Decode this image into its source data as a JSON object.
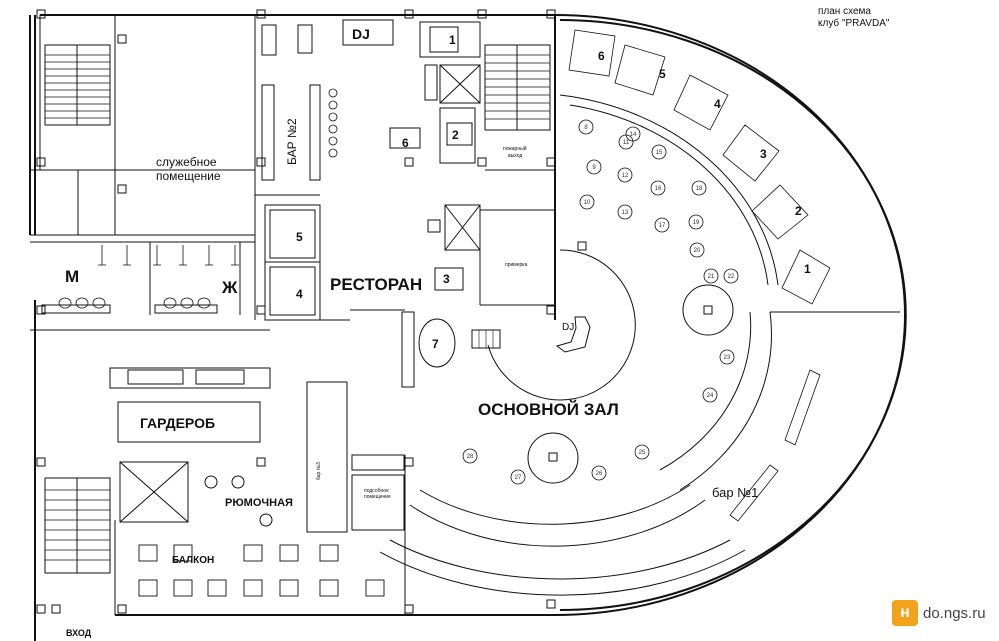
{
  "title": {
    "line1": "план схема",
    "line2": "клуб \"PRAVDA\""
  },
  "rooms": {
    "service": {
      "line1": "служебное",
      "line2": "помещение"
    },
    "men": "М",
    "women": "Ж",
    "bar2": "БАР №2",
    "dj_top": "DJ",
    "restaurant": "РЕСТОРАН",
    "fitting": "примерка",
    "staircase_note": {
      "line1": "пожарный",
      "line2": "выход"
    },
    "dj_main": "DJ",
    "main_hall": "ОСНОВНОЙ ЗАЛ",
    "bar1": "бар №1",
    "wardrobe": "ГАРДЕРОБ",
    "shot_bar": "РЮМОЧНАЯ",
    "bar3": "бар №3",
    "balcony": "БАЛКОН",
    "entrance": "ВХОД",
    "small_room": {
      "line1": "подсобное",
      "line2": "помещение"
    }
  },
  "booths": {
    "outer": [
      "6",
      "5",
      "4",
      "3",
      "2",
      "1"
    ],
    "restaurant": [
      "1",
      "2",
      "3",
      "4",
      "5",
      "6",
      "7"
    ]
  },
  "tables": [
    "8",
    "9",
    "10",
    "11",
    "12",
    "13",
    "14",
    "15",
    "16",
    "17",
    "18",
    "19",
    "20",
    "21",
    "22",
    "23",
    "24",
    "25",
    "26",
    "27",
    "28"
  ],
  "watermark": {
    "logo": "н",
    "text": "do.ngs.ru",
    "logo_color": "#f3a21b"
  },
  "colors": {
    "ink": "#111111",
    "background": "#ffffff"
  }
}
